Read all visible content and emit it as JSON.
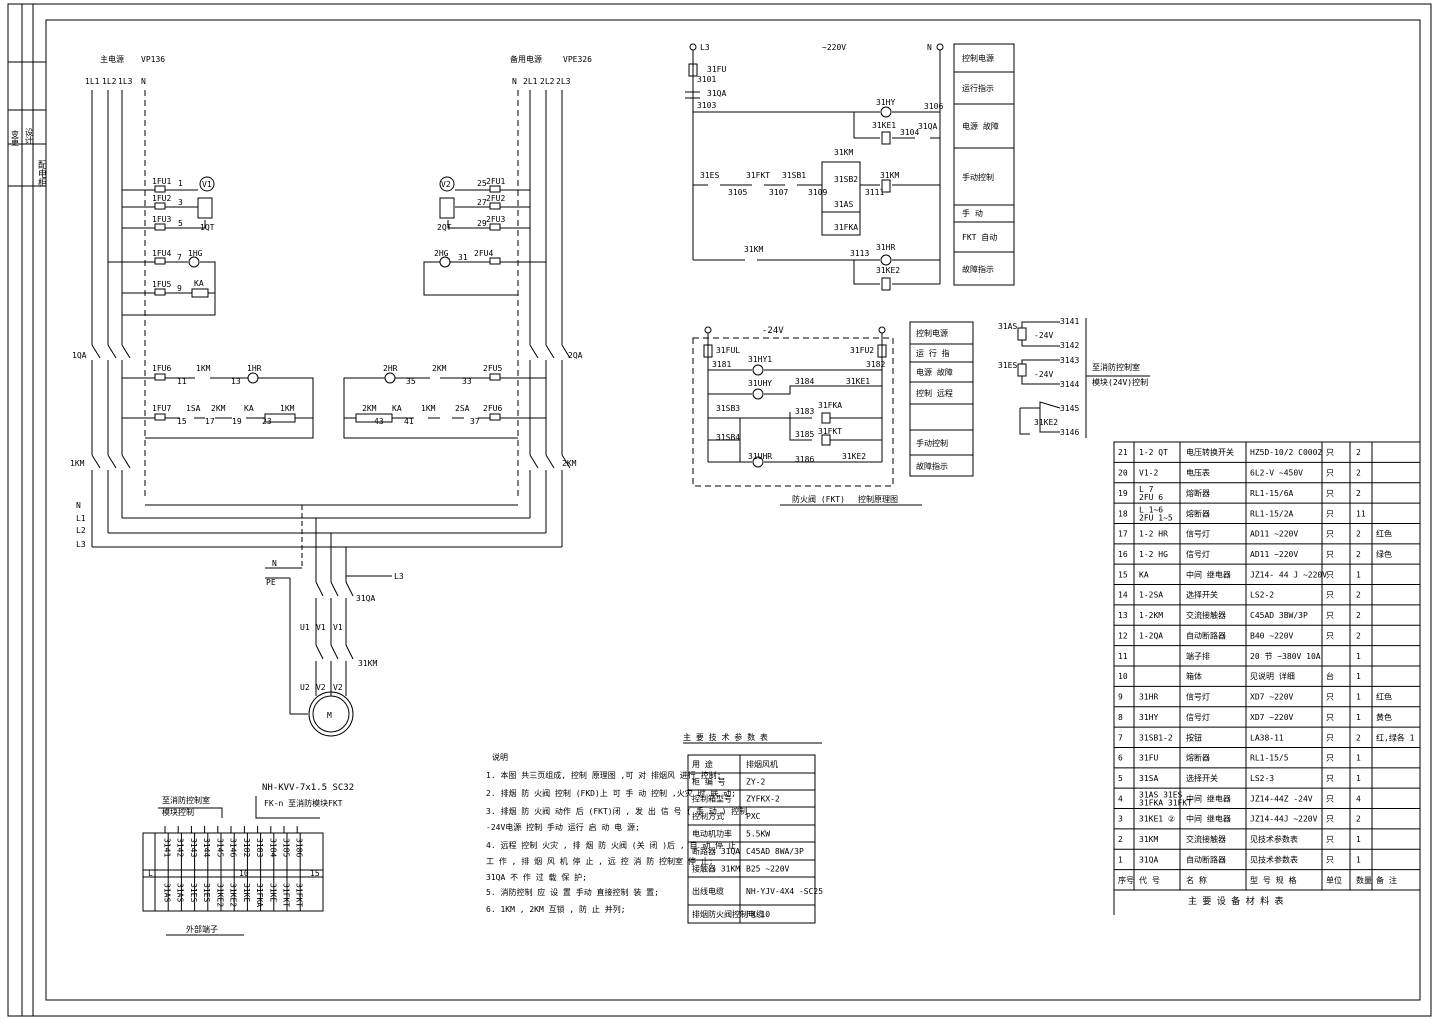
{
  "left_panel": {
    "title": "配电柜",
    "r1": "变更",
    "r2": "设计"
  },
  "main_circuit": {
    "left_source": "主电源",
    "left_cable": "VP136",
    "left_phases": [
      "1L1",
      "1L2",
      "1L3",
      "N"
    ],
    "right_source": "备用电源",
    "right_cable": "VPE326",
    "right_phases": [
      "N",
      "2L1",
      "2L2",
      "2L3"
    ],
    "left_breaker": "1QA",
    "right_breaker": "2QA",
    "left_contactor": "1KM",
    "right_contactor": "2KM",
    "v1": "V1",
    "v2": "V2",
    "qt1": "1QT",
    "qt2": "2QT",
    "fu_left": [
      "1FU1",
      "1FU2",
      "1FU3",
      "1FU4",
      "1FU5",
      "1FU6",
      "1FU7"
    ],
    "fu_right": [
      "2FU1",
      "2FU2",
      "2FU3",
      "2FU4",
      "2FU5",
      "2FU6"
    ],
    "wire_nums_left": [
      "1",
      "3",
      "5",
      "7",
      "9",
      "11",
      "13",
      "15",
      "17",
      "19",
      "23"
    ],
    "wire_nums_right": [
      "25",
      "27",
      "29",
      "31",
      "33",
      "35",
      "37",
      "41",
      "43"
    ],
    "hg1": "1HG",
    "ka": "KA",
    "hr1": "1HR",
    "km1": "1KM",
    "sa1": "1SA",
    "hg2": "2HG",
    "hr2": "2HR",
    "km2": "2KM",
    "sa2": "2SA",
    "bus": [
      "N",
      "L1",
      "L2",
      "L3"
    ],
    "pe": "PE",
    "n": "N",
    "l3": "L3",
    "motor_qa": "31QA",
    "motor_km": "31KM",
    "u1": "U1",
    "v1m": "V1",
    "w1": "V1",
    "u2": "U2",
    "v2m": "V2",
    "w2": "V2",
    "motor": "M"
  },
  "control_circuit": {
    "l3": "L3",
    "voltage": "~220V",
    "n": "N",
    "fu": "31FU",
    "n101": "3101",
    "qa": "31QA",
    "n103": "3103",
    "hy": "31HY",
    "n106": "3106",
    "ke1": "31KE1",
    "n104": "3104",
    "qa2": "31QA",
    "km_aux": "31KM",
    "es": "31ES",
    "fkt": "31FKT",
    "sb1": "31SB1",
    "sb2": "31SB2",
    "as": "31AS",
    "fka": "31FKA",
    "km_coil": "31KM",
    "n105": "3105",
    "n107": "3107",
    "n109": "3109",
    "n111": "3111",
    "km2": "31KM",
    "hr": "31HR",
    "n113": "3113",
    "ke2": "31KE2"
  },
  "control_legend": [
    "控制电源",
    "运行指示",
    "电源    故障",
    "手动控制",
    "手    动",
    "FKT  自动",
    "故障指示"
  ],
  "dc_circuit": {
    "voltage": "-24V",
    "ful": "31FUL",
    "fu2": "31FU2",
    "n181": "3181",
    "n182": "3182",
    "hy1": "31HY1",
    "uhy": "31UHY",
    "n184": "3184",
    "lke": "31KE1",
    "sb3": "31SB3",
    "sb4": "31SB4",
    "n183": "3183",
    "n185": "3185",
    "n186": "3186",
    "lfka": "31FKA",
    "lfkt": "31FKT",
    "uhr": "31UHR",
    "ke2": "31KE2",
    "caption": "防火阀   (FKT)",
    "caption2": "控制原理图"
  },
  "dc_legend": [
    "控制电源",
    "运 行 指",
    "电源    故障",
    "控制    远程",
    "手动控制",
    "故障指示"
  ],
  "io_circuit": {
    "as": "31AS",
    "es": "31ES",
    "ke2": "31KE2",
    "v24a": "-24V",
    "v24b": "-24V",
    "terms": [
      "3141",
      "3142",
      "3143",
      "3144",
      "3145",
      "3146"
    ],
    "note1": "至消防控制室",
    "note2": "模块(24V)控制"
  },
  "terminal_block": {
    "cable": "NH-KVV-7x1.5  SC32",
    "cable_sub": "FK-n  至消防模块",
    "fkt": "FKT",
    "left_label": "至消防控制室",
    "left_label2": "模块控制",
    "top": [
      "3141",
      "3142",
      "3143",
      "3144",
      "3145",
      "3146",
      "3182",
      "3183",
      "3184",
      "3185",
      "3186"
    ],
    "bottom": [
      "31AS",
      "31AS",
      "31ES",
      "31ES",
      "31KE2",
      "31KE2",
      "31KE",
      "31FKA",
      "31KE",
      "31FKT",
      "31FKT"
    ],
    "mid_left": "L",
    "mid_mid": "10",
    "mid_right": "15",
    "caption": "外部端子"
  },
  "notes": {
    "title": "说明",
    "items": [
      "1.  本图  共三页组成,  控制  原理图  ,可 对  排烟风  进行  控制;",
      "2.  排烟  防  火阀  控制  (FKD)上  可 手  动  控制  ,火灾   时   联  动;",
      "3.  排烟  防  火阀  动作  后  (FKT)闭  ,  发  出  信  号  (  手 动  )   控制",
      "    -24V电源  控制  手动   运行 启  动  电  源;",
      "4.  远程   控制  火灾  ,  排 烟 防  火阀  (关 闭 )后  ,    自  动  停 止",
      "    工  作  ,  排 烟 风  机  停 止  ,  远  控  消  防  控制室  停  止;",
      "    31QA   不 作   过  载 保 护;",
      "5.  消防控制  应  设 置  手动  直接控制  装  置;",
      "6.  1KM  , 2KM 互锁   ,   防   止   并列;"
    ]
  },
  "param_table": {
    "title": "主 要 技 术 参 数 表",
    "rows": [
      [
        "用    途",
        "排烟风机"
      ],
      [
        "柜 编 号",
        "ZY-2"
      ],
      [
        "控制箱型号",
        "ZYFKX-2"
      ],
      [
        "控制方式",
        "PXC"
      ],
      [
        "电动机功率",
        "5.5KW"
      ],
      [
        "断路器  31QA",
        "C45AD  8WA/3P"
      ],
      [
        "接触器  31KM",
        "B25   ~220V"
      ],
      [
        "出线电缆",
        "NH-YJV-4X4 -SC25"
      ],
      [
        "排烟防火阀控制电缆",
        "FK-10"
      ]
    ]
  },
  "bom": {
    "title": "主 要 设 备 材 料 表",
    "header": [
      "序号",
      "代 号",
      "名 称",
      "型 号  规 格",
      "单位",
      "数量",
      "备 注"
    ],
    "rows": [
      [
        "21",
        "1-2 QT",
        "电压转换开关",
        "HZ5D-10/2      C0002",
        "只",
        "2",
        ""
      ],
      [
        "20",
        "V1-2",
        "电压表",
        "6L2-V       ~450V",
        "只",
        "2",
        ""
      ],
      [
        "19",
        "L   7\n2FU  6",
        "熔断器",
        "RL1-15/6A",
        "只",
        "2",
        ""
      ],
      [
        "18",
        "L   1~6\n2FU 1~5",
        "熔断器",
        "RL1-15/2A",
        "只",
        "11",
        ""
      ],
      [
        "17",
        "1-2 HR",
        "信号灯",
        "AD11          ~220V",
        "只",
        "2",
        "红色"
      ],
      [
        "16",
        "1-2 HG",
        "信号灯",
        "AD11          ~220V",
        "只",
        "2",
        "绿色"
      ],
      [
        "15",
        "KA",
        "中间   继电器",
        "JZ14- 44 J    ~220V",
        "只",
        "1",
        ""
      ],
      [
        "14",
        "1-2SA",
        "选择开关",
        "LS2-2",
        "只",
        "2",
        ""
      ],
      [
        "13",
        "1-2KM",
        "交流接触器",
        "C45AD   3BW/3P",
        "只",
        "2",
        ""
      ],
      [
        "12",
        "1-2QA",
        "自动断路器",
        "B40   ~220V",
        "只",
        "2",
        ""
      ],
      [
        "11",
        "",
        "端子排",
        "20 节     ~380V 10A",
        "",
        "1",
        ""
      ],
      [
        "10",
        "",
        "箱体",
        "见说明 详细",
        "台",
        "1",
        ""
      ],
      [
        "9",
        "31HR",
        "信号灯",
        "XD7           ~220V",
        "只",
        "1",
        "红色"
      ],
      [
        "8",
        "31HY",
        "信号灯",
        "XD7           ~220V",
        "只",
        "1",
        "黄色"
      ],
      [
        "7",
        "31SB1-2",
        "按钮",
        "LA38-11",
        "只",
        "2",
        "红,绿各  1"
      ],
      [
        "6",
        "31FU",
        "熔断器",
        "RL1-15/5",
        "只",
        "1",
        ""
      ],
      [
        "5",
        "31SA",
        "选择开关",
        "LS2-3",
        "只",
        "1",
        ""
      ],
      [
        "4",
        "31AS  31ES\n31FKA 31FKT",
        "中间   继电器",
        "JZ14-44Z        -24V",
        "只",
        "4",
        ""
      ],
      [
        "3",
        "31KE1 ②",
        "中间   继电器",
        "JZ14-44J     ~220V",
        "只",
        "2",
        ""
      ],
      [
        "2",
        "31KM",
        "交流接触器",
        "见技术参数表",
        "只",
        "1",
        ""
      ],
      [
        "1",
        "31QA",
        "自动断路器",
        "见技术参数表",
        "只",
        "1",
        ""
      ]
    ]
  }
}
